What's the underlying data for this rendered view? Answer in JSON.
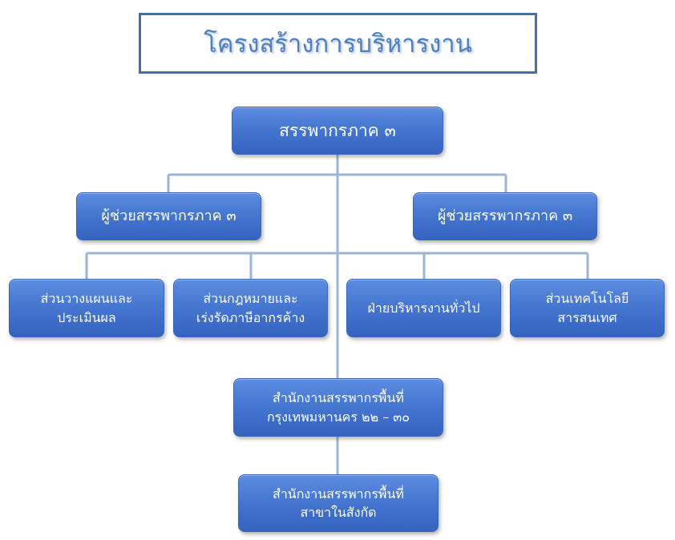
{
  "title": "โครงสร้างการบริหารงาน",
  "colors": {
    "node_fill": "#4677d1",
    "connector": "#9db4d6",
    "title_border": "#4a6fa5",
    "title_text": "#4f81bd"
  },
  "nodes": {
    "root": {
      "lines": [
        "สรรพากรภาค ๓"
      ]
    },
    "deputy_left": {
      "lines": [
        "ผู้ช่วยสรรพากรภาค ๓"
      ]
    },
    "deputy_right": {
      "lines": [
        "ผู้ช่วยสรรพากรภาค ๓"
      ]
    },
    "planning": {
      "lines": [
        "ส่วนวางแผนและ",
        "ประเมินผล"
      ]
    },
    "legal": {
      "lines": [
        "ส่วนกฎหมายและ",
        "เร่งรัดภาษีอากรค้าง"
      ]
    },
    "admin": {
      "lines": [
        "ฝ่ายบริหารงานทั่วไป"
      ]
    },
    "it": {
      "lines": [
        "ส่วนเทคโนโลยี",
        "สารสนเทศ"
      ]
    },
    "area_office": {
      "lines": [
        "สำนักงานสรรพากรพื้นที่",
        "กรุงเทพมหานคร ๒๒ – ๓๐"
      ]
    },
    "branch_office": {
      "lines": [
        "สำนักงานสรรพากรพื้นที่",
        "สาขาในสังกัด"
      ]
    }
  }
}
